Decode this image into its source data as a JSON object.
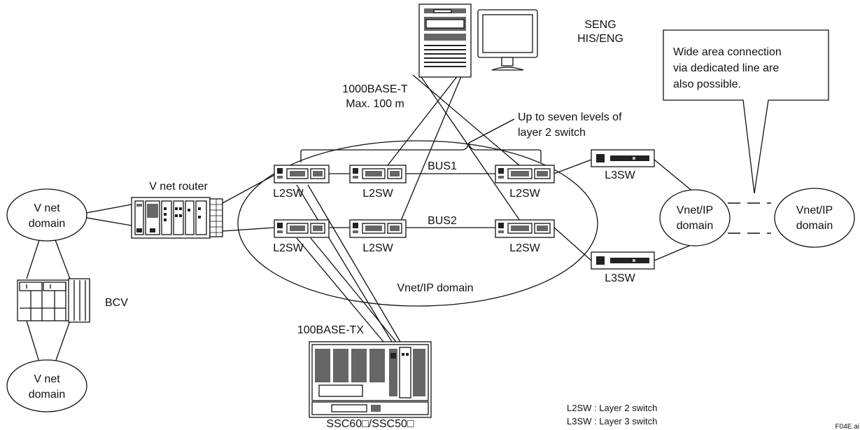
{
  "labels": {
    "seng": "SENG",
    "his_eng": "HIS/ENG",
    "cable_1000": "1000BASE-T",
    "max_100m": "Max. 100 m",
    "levels_line1": "Up to seven levels of",
    "levels_line2": "layer 2 switch",
    "callout_line1": "Wide area connection",
    "callout_line2": "via dedicated line are",
    "callout_line3": "also possible.",
    "vnet_router": "V net router",
    "bus1": "BUS1",
    "bus2": "BUS2",
    "l2sw": "L2SW",
    "l3sw": "L3SW",
    "vnet_domain_line1": "V net",
    "vnet_domain_line2": "domain",
    "vnetip_line1": "Vnet/IP",
    "vnetip_line2": "domain",
    "vnetip_domain": "Vnet/IP domain",
    "bcv": "BCV",
    "cable_100": "100BASE-TX",
    "ssc": "SSC60□/SSC50□",
    "legend_l2": "L2SW : Layer 2 switch",
    "legend_l3": "L3SW : Layer 3 switch",
    "fig_id": "F04E.ai"
  }
}
